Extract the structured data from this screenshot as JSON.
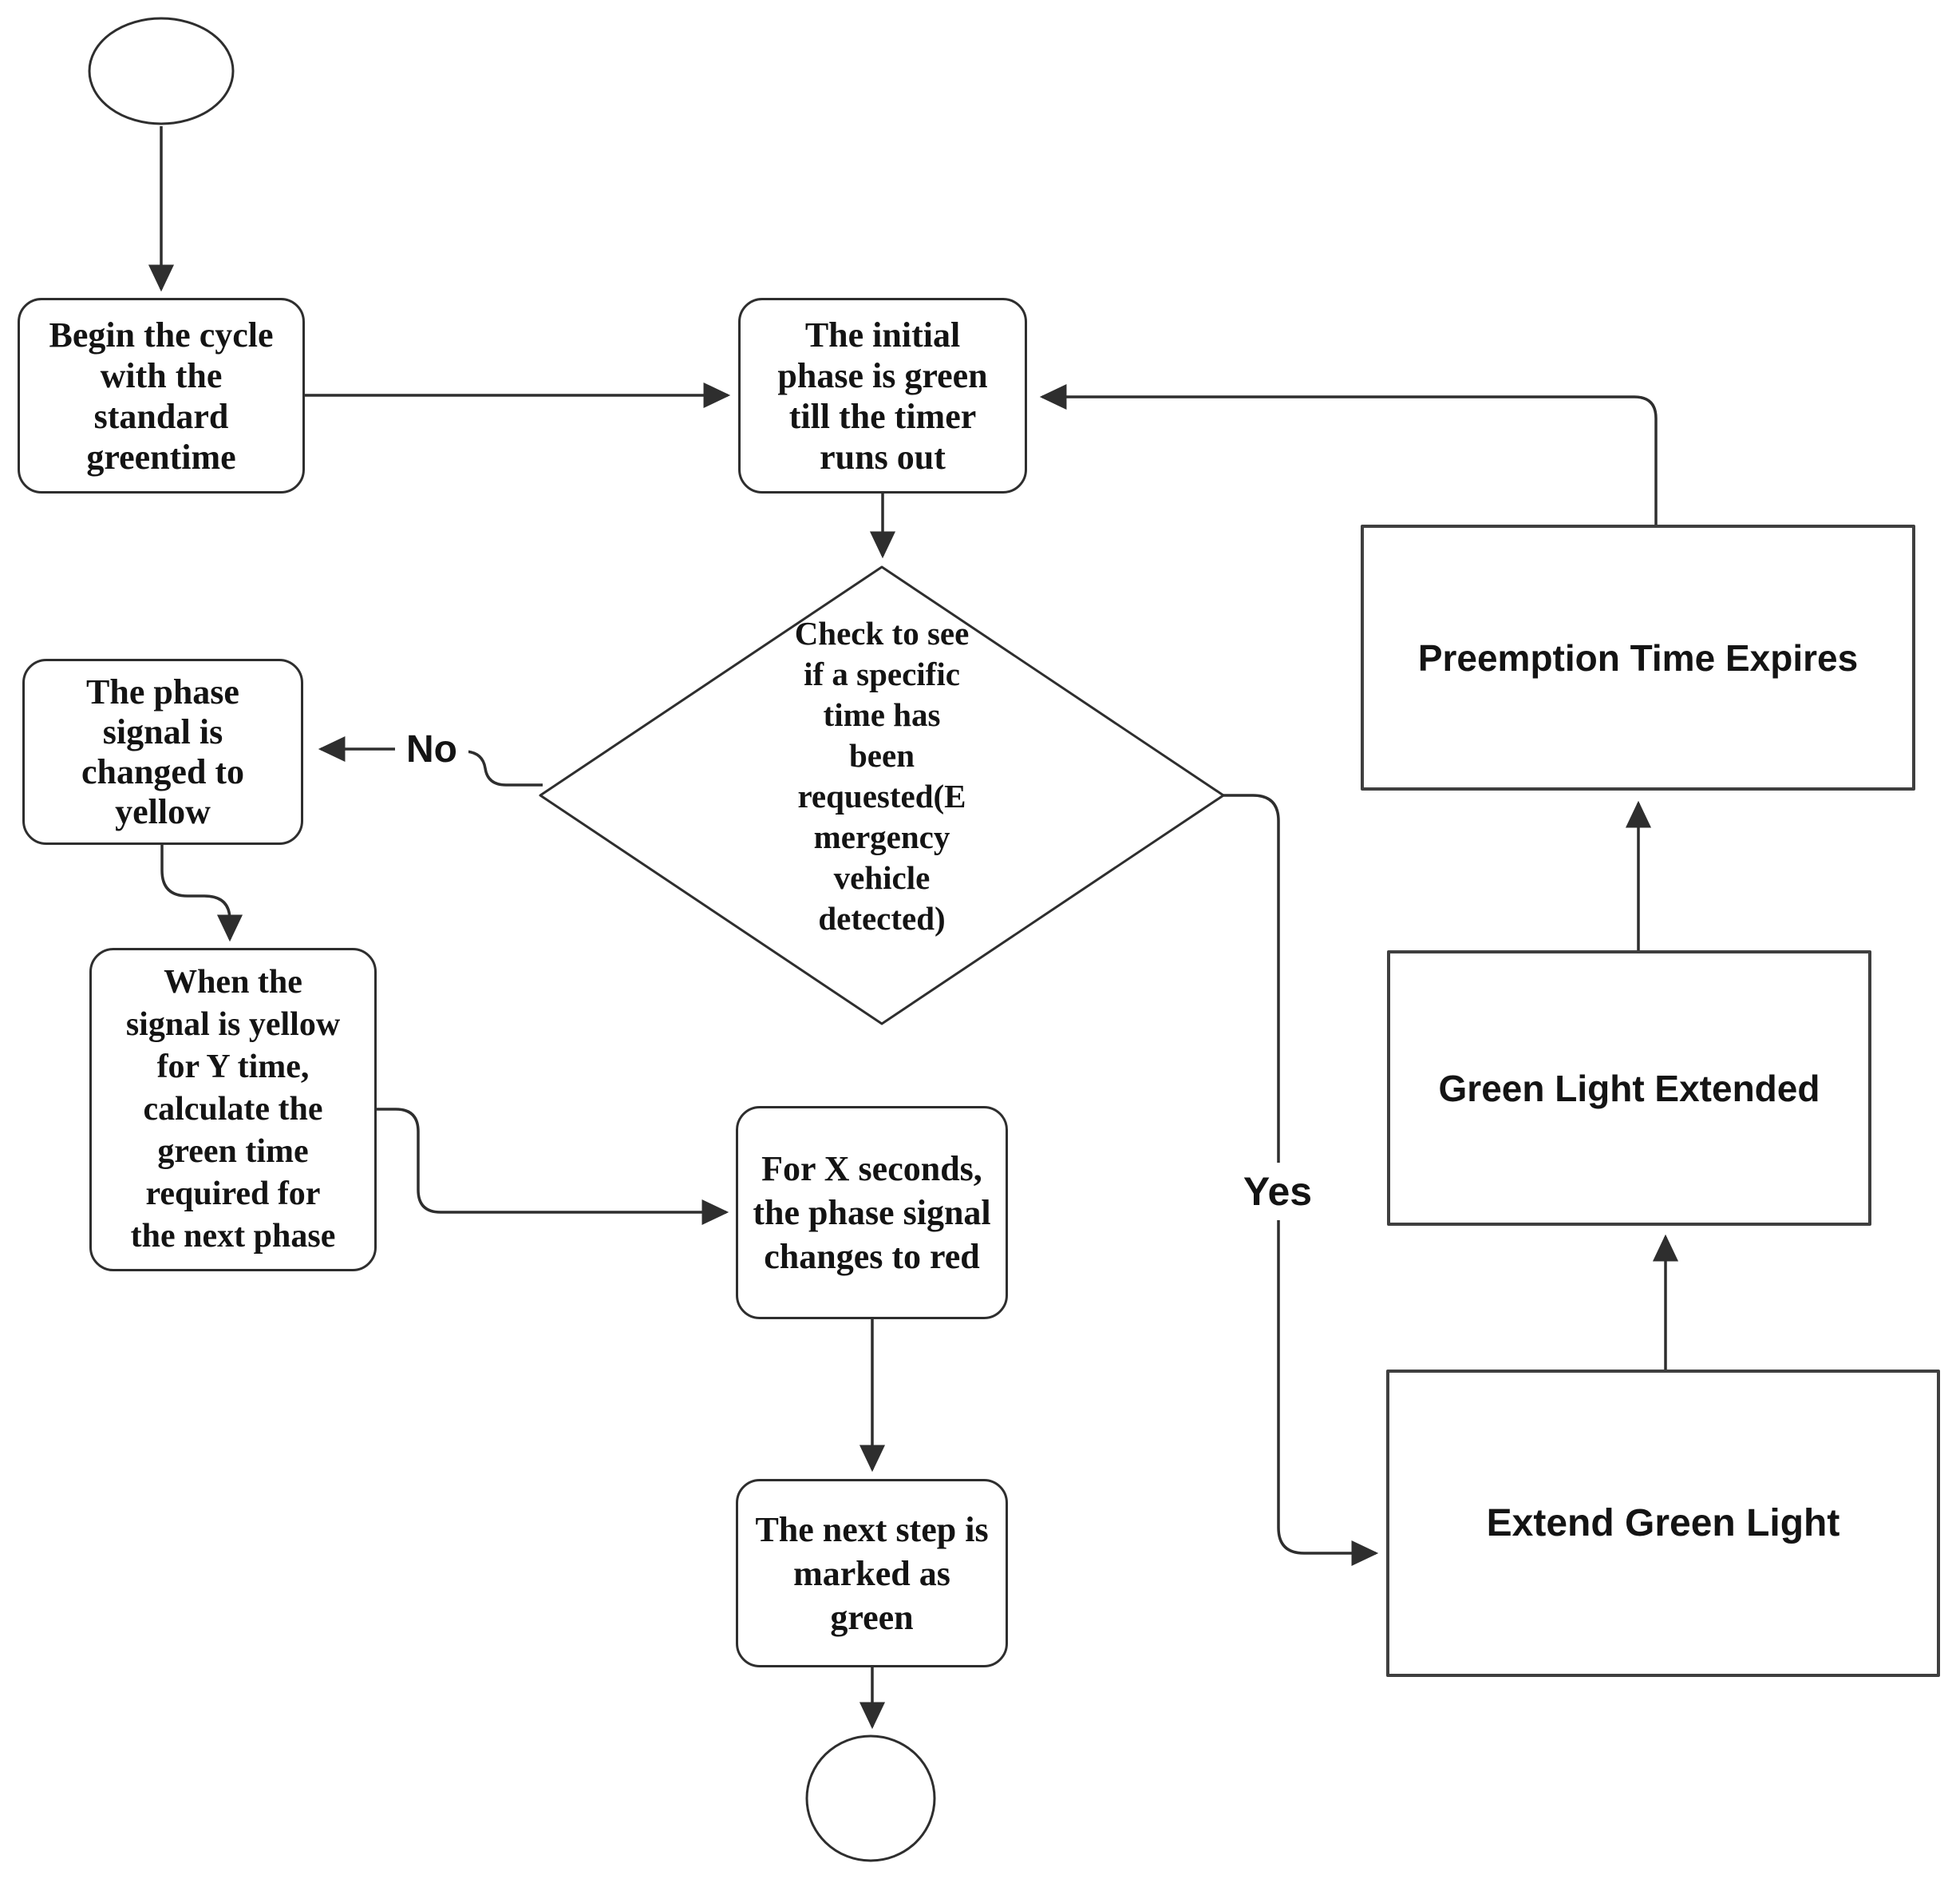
{
  "diagram": {
    "type": "flowchart",
    "background": "#ffffff",
    "line_color": "#2e2e2e",
    "text_color": "#141414",
    "nodes": {
      "start_circle": {
        "kind": "start-terminator",
        "label": ""
      },
      "begin_cycle": {
        "kind": "process",
        "label": "Begin the cycle\nwith the\nstandard\ngreentime"
      },
      "initial_phase": {
        "kind": "process",
        "label": "The initial\nphase is green\ntill the timer\nruns out"
      },
      "emergency_check": {
        "kind": "decision",
        "label": "Check to see\nif a specific\ntime has\nbeen\nrequested(E\nmergency\nvehicle\ndetected)"
      },
      "phase_yellow": {
        "kind": "process",
        "label": "The phase\nsignal is\nchanged to\nyellow"
      },
      "calc_green": {
        "kind": "process",
        "label": "When the\nsignal is yellow\nfor Y time,\ncalculate the\ngreen time\nrequired for\nthe next phase"
      },
      "phase_red": {
        "kind": "process",
        "label": "For X seconds,\nthe phase signal\nchanges to red"
      },
      "next_green": {
        "kind": "process",
        "label": "The next step is\nmarked as\ngreen"
      },
      "preemption_expires": {
        "kind": "process",
        "label": "Preemption Time Expires"
      },
      "green_extended": {
        "kind": "process",
        "label": "Green Light Extended"
      },
      "extend_green": {
        "kind": "process",
        "label": "Extend Green Light"
      },
      "end_circle": {
        "kind": "end-terminator",
        "label": ""
      }
    },
    "edge_labels": {
      "no": "No",
      "yes": "Yes"
    }
  }
}
